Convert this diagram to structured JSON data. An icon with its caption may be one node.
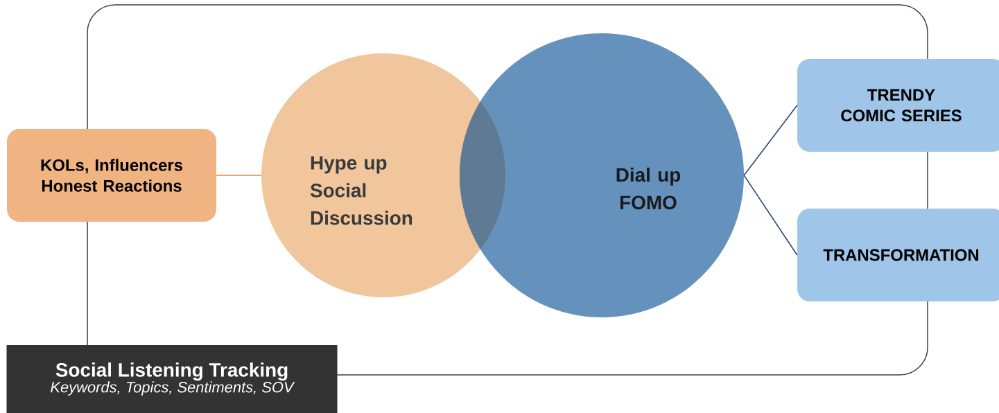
{
  "diagram": {
    "nodes": [
      {
        "text": [
          "KOLs, Influencers Honest Reactions"
        ]
      },
      {
        "text": [
          "Hype up Social Discussion"
        ]
      },
      {
        "text": [
          "Dial up FOMO"
        ]
      },
      {
        "text": [
          "TRENDY COMIC SERIES"
        ]
      },
      {
        "text": [
          "TRANSFORMATION"
        ]
      },
      {
        "text": [
          "Social Listening Tracking",
          "Keywords, Topics, Sentiments, SOV"
        ]
      }
    ],
    "edges": [
      {
        "from": 0,
        "to": 1,
        "arrow": "none",
        "color": "#e08a3c"
      },
      {
        "from": 2,
        "to": 3,
        "arrow": "none"
      },
      {
        "from": 2,
        "to": 4,
        "arrow": "none"
      }
    ]
  }
}
